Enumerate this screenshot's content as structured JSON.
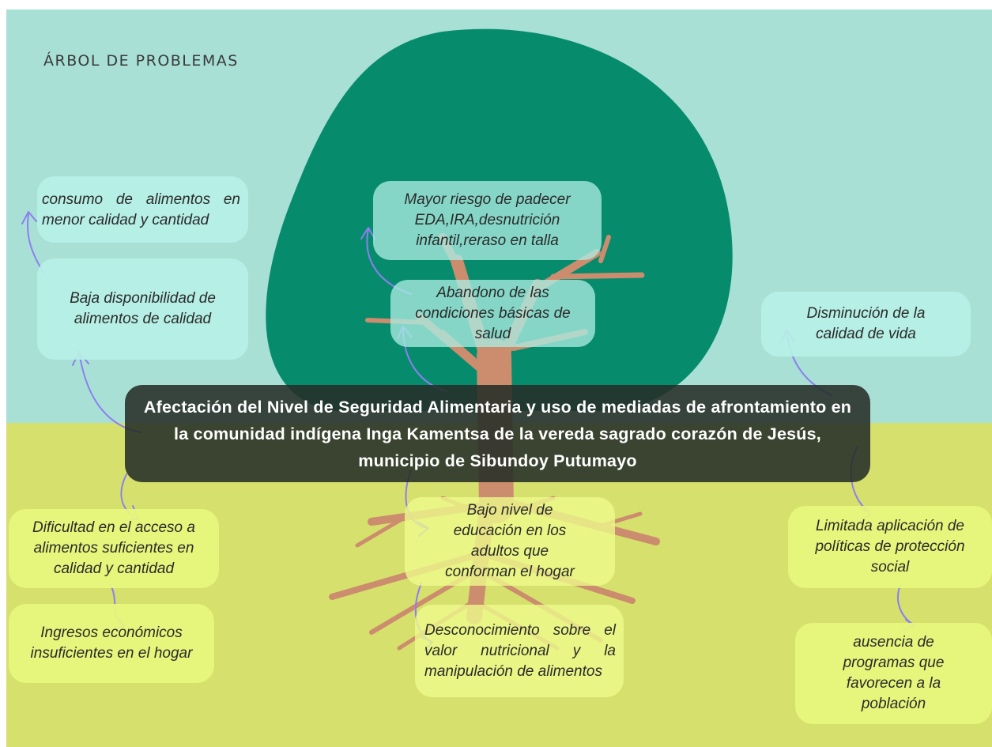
{
  "title": "ÁRBOL DE PROBLEMAS",
  "central_problem": "Afectación del Nivel de Seguridad Alimentaria  y uso de mediadas de afrontamiento en la comunidad indígena Inga Kamentsa de la vereda sagrado corazón de Jesús, municipio de Sibundoy Putumayo",
  "effects": [
    "consumo de alimentos en menor calidad y cantidad",
    "Baja disponibilidad de alimentos de calidad",
    "Mayor riesgo de padecer EDA,IRA,desnutrición infantil,reraso en talla",
    "Abandono de las condiciones básicas de salud",
    "Disminución de la calidad de vida"
  ],
  "causes": [
    "Dificultad en el acceso a alimentos suficientes en calidad y cantidad",
    "Ingresos económicos insuficientes en el hogar",
    "Bajo nivel de educación en los adultos que conforman el hogar",
    "Desconocimiento sobre el valor nutricional y la manipulación de alimentos",
    "Limitada aplicación de políticas de protección social",
    "ausencia de programas que favorecen a la población"
  ],
  "colors": {
    "sky": "#a8e0d6",
    "ground": "#d6e06c",
    "canopy": "#078b6d",
    "trunk": "#cc8c6e",
    "arrow": "#8d7ff0",
    "banner": "#262d28"
  }
}
